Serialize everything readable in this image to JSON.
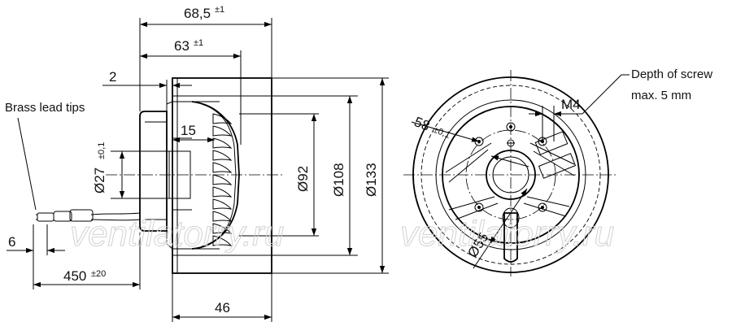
{
  "side_view": {
    "dim_overall_length": "68,5",
    "dim_overall_length_tol": "±1",
    "dim_body_length": "63",
    "dim_body_length_tol": "±1",
    "dim_flange_gap": "2",
    "dim_hub_inset": "15",
    "dim_shaft_dia": "Ø27",
    "dim_shaft_dia_tol": "±0,1",
    "dim_dia_92": "Ø92",
    "dim_dia_108": "Ø108",
    "dim_dia_133": "Ø133",
    "dim_wheel_width": "46",
    "dim_lead_end": "6",
    "dim_lead_length": "450",
    "dim_lead_length_tol": "±20",
    "label_brass_lead_tips": "Brass lead tips"
  },
  "front_view": {
    "dim_bolt_circle": "58",
    "dim_bolt_circle_tol": "±0,1",
    "dim_hub_dia": "Ø55",
    "label_thread": "M4",
    "note_screw_depth_line1": "Depth of screw",
    "note_screw_depth_line2": "max. 5 mm"
  },
  "watermark": {
    "left": "ventilatorry.ru",
    "right": "ventilatorry.ru"
  }
}
